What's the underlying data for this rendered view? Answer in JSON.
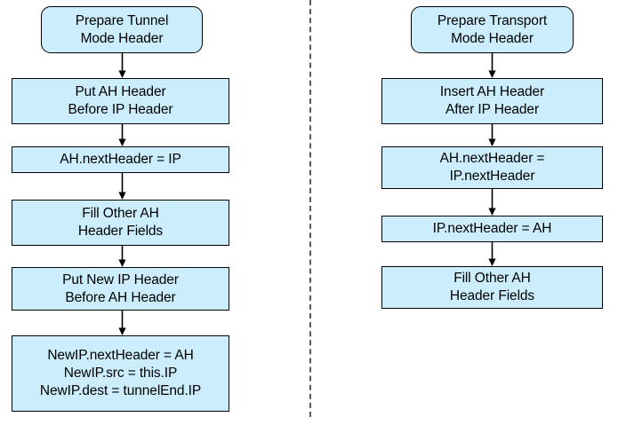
{
  "diagram": {
    "title": "AH header preparation flowchart",
    "background_color": "#ffffff",
    "node_fill_color": "#cceefc",
    "node_border_color": "#000000",
    "arrow_color": "#000000",
    "divider": {
      "name": "vertical-dashed-separator",
      "style": "dashed",
      "color": "#595959"
    },
    "columns": [
      {
        "id": "tunnel-mode",
        "nodes": [
          {
            "id": "tunnel-start",
            "shape": "rounded-rectangle",
            "text": "Prepare Tunnel\nMode Header"
          },
          {
            "id": "tunnel-step-1",
            "shape": "rectangle",
            "text": "Put AH Header\nBefore IP Header"
          },
          {
            "id": "tunnel-step-2",
            "shape": "rectangle",
            "text": "AH.nextHeader = IP"
          },
          {
            "id": "tunnel-step-3",
            "shape": "rectangle",
            "text": "Fill Other AH\nHeader Fields"
          },
          {
            "id": "tunnel-step-4",
            "shape": "rectangle",
            "text": "Put New IP Header\nBefore AH Header"
          },
          {
            "id": "tunnel-step-5",
            "shape": "rectangle",
            "text": "NewIP.nextHeader = AH\nNewIP.src = this.IP\nNewIP.dest = tunnelEnd.IP"
          }
        ]
      },
      {
        "id": "transport-mode",
        "nodes": [
          {
            "id": "transport-start",
            "shape": "rounded-rectangle",
            "text": "Prepare Transport\nMode Header"
          },
          {
            "id": "transport-step-1",
            "shape": "rectangle",
            "text": "Insert AH Header\nAfter IP Header"
          },
          {
            "id": "transport-step-2",
            "shape": "rectangle",
            "text": "AH.nextHeader =\nIP.nextHeader"
          },
          {
            "id": "transport-step-3",
            "shape": "rectangle",
            "text": "IP.nextHeader = AH"
          },
          {
            "id": "transport-step-4",
            "shape": "rectangle",
            "text": "Fill Other AH\nHeader Fields"
          }
        ]
      }
    ]
  }
}
